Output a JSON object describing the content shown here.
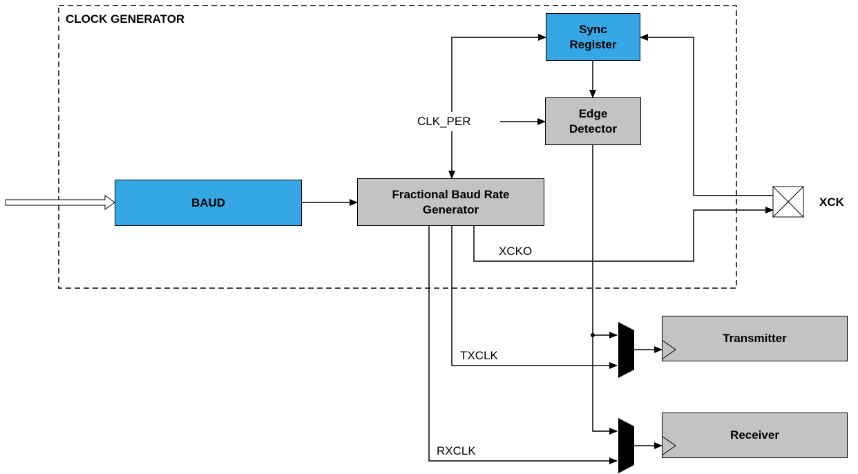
{
  "diagram": {
    "title": "CLOCK GENERATOR",
    "blocks": {
      "sync_register": "Sync\nRegister",
      "edge_detector": "Edge\nDetector",
      "baud": "BAUD",
      "fbrg": "Fractional Baud Rate\nGenerator",
      "transmitter": "Transmitter",
      "receiver": "Receiver"
    },
    "signals": {
      "clk_per": "CLK_PER",
      "xcko": "XCKO",
      "txclk": "TXCLK",
      "rxclk": "RXCLK",
      "xck": "XCK"
    },
    "colors": {
      "register": "#34a7e4",
      "logic": "#c3c3c3",
      "line": "#000000"
    }
  }
}
